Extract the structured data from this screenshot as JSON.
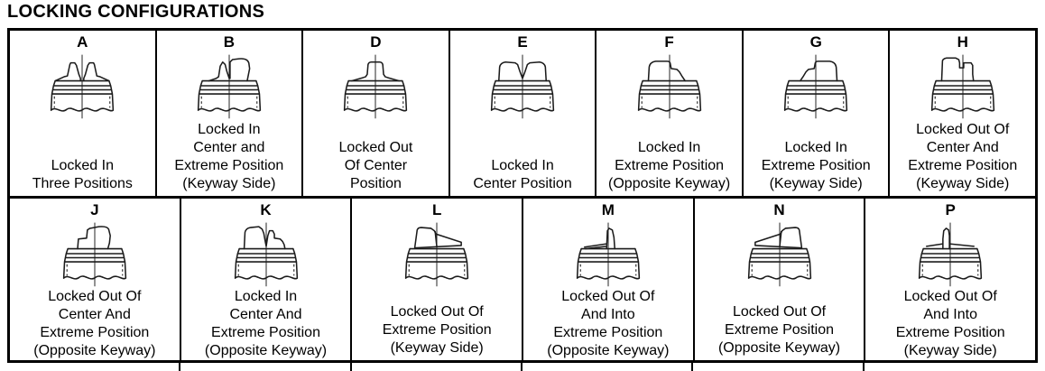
{
  "title": "LOCKING CONFIGURATIONS",
  "colors": {
    "ink": "#000000",
    "background": "#ffffff"
  },
  "table": {
    "rows": [
      {
        "cells": [
          {
            "code": "A",
            "figure": "lock-figure-a",
            "caption_lines": [
              "Locked In",
              "Three Positions"
            ]
          },
          {
            "code": "B",
            "figure": "lock-figure-b",
            "caption_lines": [
              "Locked In",
              "Center and",
              "Extreme Position",
              "(Keyway Side)"
            ]
          },
          {
            "code": "D",
            "figure": "lock-figure-d",
            "caption_lines": [
              "Locked Out",
              "Of Center",
              "Position"
            ]
          },
          {
            "code": "E",
            "figure": "lock-figure-e",
            "caption_lines": [
              "Locked In",
              "Center Position"
            ]
          },
          {
            "code": "F",
            "figure": "lock-figure-f",
            "caption_lines": [
              "Locked In",
              "Extreme Position",
              "(Opposite Keyway)"
            ]
          },
          {
            "code": "G",
            "figure": "lock-figure-g",
            "caption_lines": [
              "Locked In",
              "Extreme Position",
              "(Keyway Side)"
            ]
          },
          {
            "code": "H",
            "figure": "lock-figure-h",
            "caption_lines": [
              "Locked Out Of",
              "Center And",
              "Extreme Position",
              "(Keyway Side)"
            ]
          }
        ]
      },
      {
        "cells": [
          {
            "code": "J",
            "figure": "lock-figure-j",
            "caption_lines": [
              "Locked Out Of",
              "Center And",
              "Extreme Position",
              "(Opposite Keyway)"
            ]
          },
          {
            "code": "K",
            "figure": "lock-figure-k",
            "caption_lines": [
              "Locked In",
              "Center And",
              "Extreme Position",
              "(Opposite Keyway)"
            ]
          },
          {
            "code": "L",
            "figure": "lock-figure-l",
            "caption_lines": [
              "Locked Out Of",
              "Extreme Position",
              "(Keyway Side)"
            ]
          },
          {
            "code": "M",
            "figure": "lock-figure-m",
            "caption_lines": [
              "Locked Out Of",
              "And Into",
              "Extreme Position",
              "(Opposite Keyway)"
            ]
          },
          {
            "code": "N",
            "figure": "lock-figure-n",
            "caption_lines": [
              "Locked Out Of",
              "Extreme Position",
              "(Opposite Keyway)"
            ]
          },
          {
            "code": "P",
            "figure": "lock-figure-p",
            "caption_lines": [
              "Locked Out Of",
              "And Into",
              "Extreme Position",
              "(Keyway Side)"
            ]
          }
        ]
      }
    ]
  }
}
